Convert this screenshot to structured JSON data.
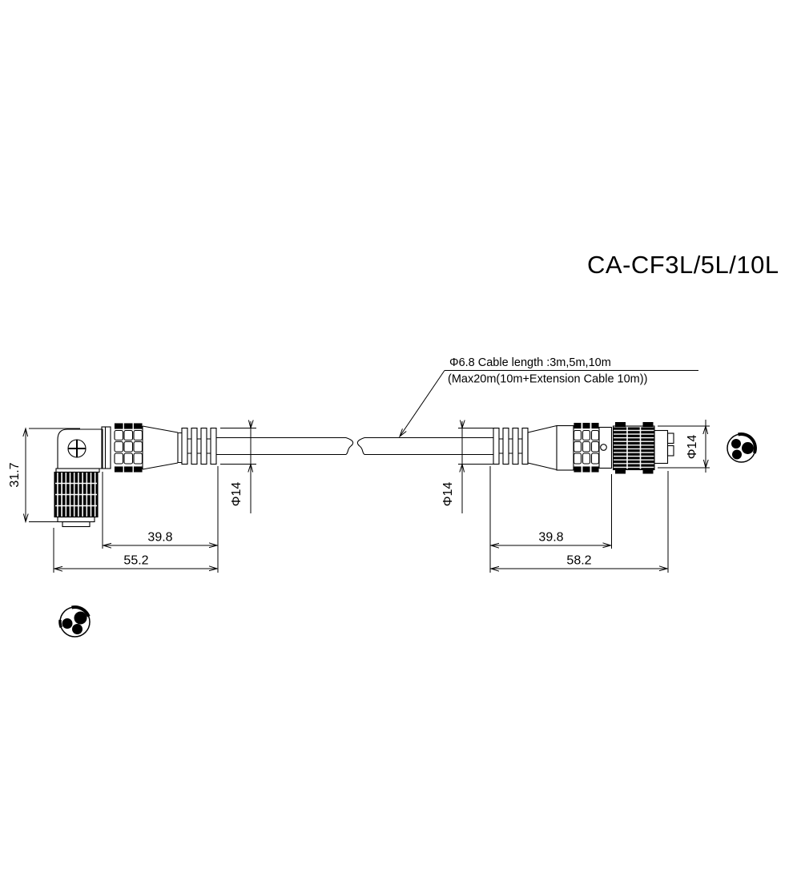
{
  "drawing": {
    "title": "CA-CF3L/5L/10L",
    "annotation": {
      "line1": "Φ6.8 Cable length :3m,5m,10m",
      "line2": "(Max20m(10m+Extension Cable 10m))"
    },
    "dimensions": {
      "left_height": "31.7",
      "left_grip_length": "39.8",
      "left_total": "55.2",
      "left_dia": "Φ14",
      "right_dia_cable_side": "Φ14",
      "right_grip_length": "39.8",
      "right_total": "58.2",
      "right_dia_end": "Φ14"
    },
    "colors": {
      "line": "#000000",
      "background": "#ffffff"
    }
  }
}
